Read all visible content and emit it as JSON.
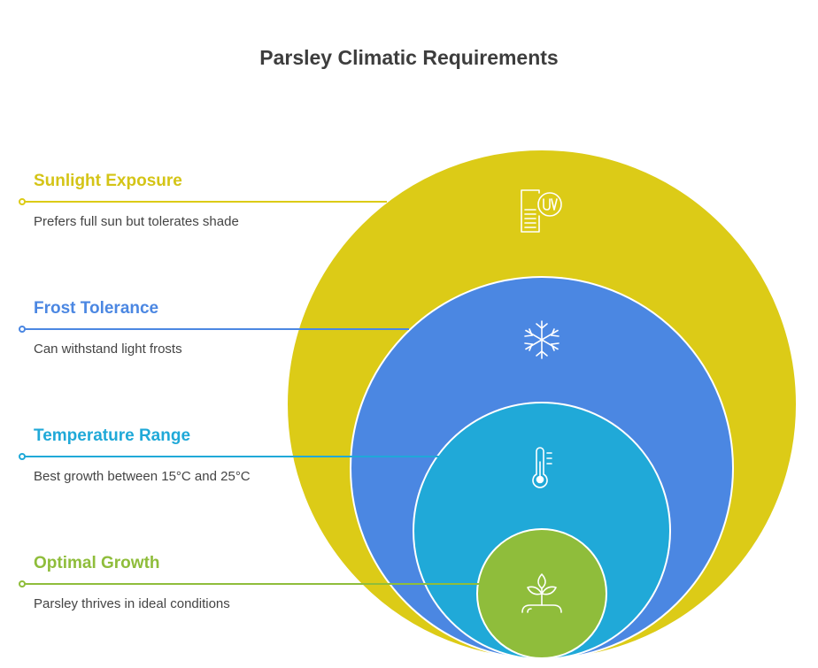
{
  "title": "Parsley Climatic Requirements",
  "layers": [
    {
      "id": "sunlight",
      "heading": "Sunlight Exposure",
      "description": "Prefers full sun but tolerates shade",
      "color": "#dccb17",
      "icon": "uv-index-icon"
    },
    {
      "id": "frost",
      "heading": "Frost Tolerance",
      "description": "Can withstand light frosts",
      "color": "#4b87e2",
      "icon": "snowflake-icon"
    },
    {
      "id": "temperature",
      "heading": "Temperature Range",
      "description": "Best growth between 15°C and 25°C",
      "color": "#20a9d8",
      "icon": "thermometer-icon"
    },
    {
      "id": "growth",
      "heading": "Optimal Growth",
      "description": "Parsley thrives in ideal conditions",
      "color": "#8fbd3b",
      "icon": "sprout-icon"
    }
  ]
}
